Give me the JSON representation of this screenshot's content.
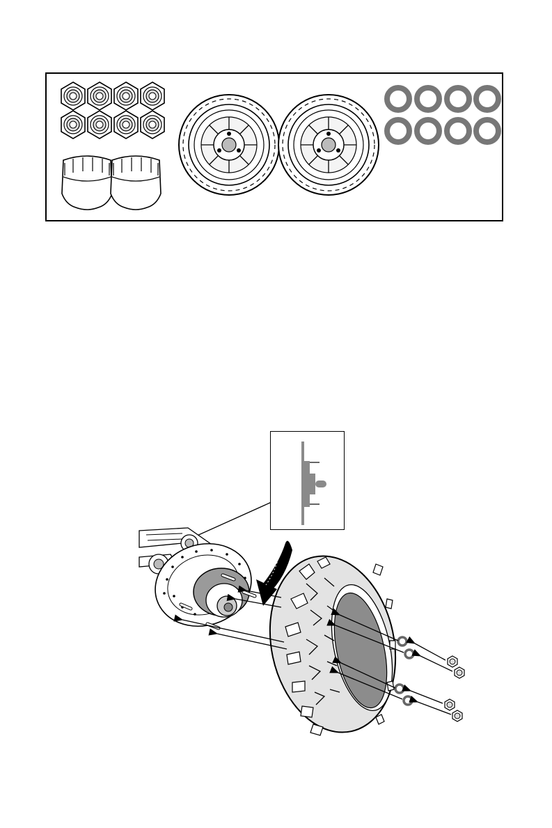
{
  "diagram": {
    "parts_kit": {
      "lug_nuts": {
        "count": 8
      },
      "hub_caps": {
        "count": 2
      },
      "wheels": {
        "count": 2
      },
      "washers": {
        "count": 8
      }
    },
    "assembly": {
      "rotation_arrow": "curved-arrow-icon",
      "detail_inset": "hub-cross-section"
    },
    "colors": {
      "line": "#000000",
      "washer": "#777777",
      "hub": "#9a9a9a",
      "rim_inner": "#8c8c8c",
      "tire": "#e3e3e3"
    }
  }
}
